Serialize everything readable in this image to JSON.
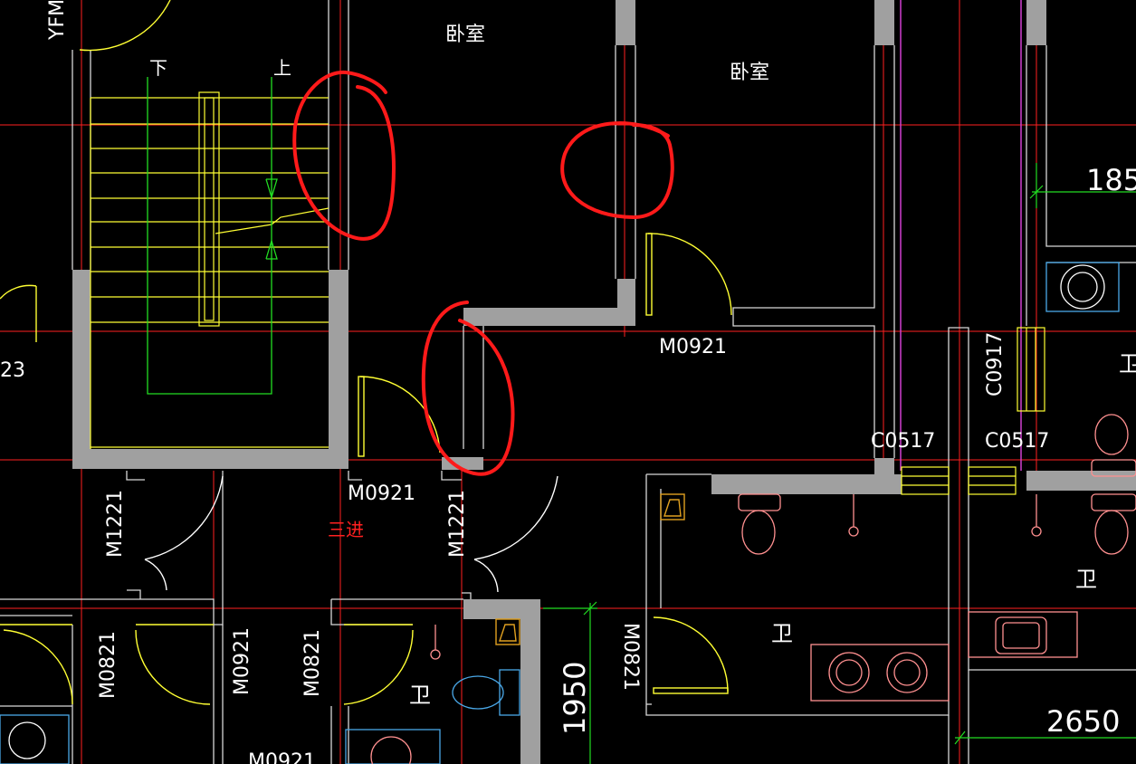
{
  "rooms": {
    "bedroom_1": "卧室",
    "bedroom_2": "卧室"
  },
  "stair": {
    "down_label": "下",
    "up_label": "上"
  },
  "labels": {
    "yfm": "YFM",
    "partial_23": "23",
    "three_in": "三进",
    "m0921_a": "M0921",
    "m0921_b": "M0921",
    "m0921_c": "M0921",
    "m0921_d": "M0921",
    "m1221_a": "M1221",
    "m1221_b": "M1221",
    "m0821_a": "M0821",
    "m0821_b": "M0821",
    "m0821_c": "M0821",
    "c0917": "C0917",
    "c0517_a": "C0517",
    "c0517_b": "C0517",
    "wc_1": "卫",
    "wc_2": "卫",
    "wc_3": "卫",
    "wc_4": "卫"
  },
  "dimensions": {
    "d185": "185",
    "d1950": "1950",
    "d2650": "2650"
  },
  "colors": {
    "background": "#000000",
    "wall": "#a0a0a0",
    "axis": "#ff2020",
    "stair": "#ffff33",
    "stair_center": "#22dd22",
    "door_swing": "#ffff33",
    "markup": "#ff1a1a",
    "pipe": "#d040d0",
    "fixture": "#ff9090",
    "dimension": "#22dd22"
  },
  "annotations": {
    "markup_circles": 3
  }
}
